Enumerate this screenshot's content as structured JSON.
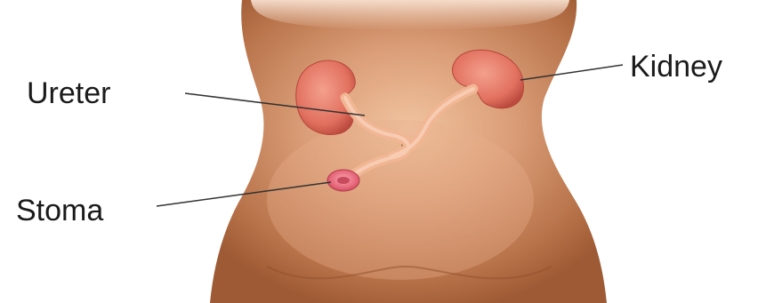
{
  "labels": {
    "kidney": "Kidney",
    "ureter": "Ureter",
    "stoma": "Stoma"
  },
  "colors": {
    "skin_light": "#f3c9a8",
    "skin_mid": "#d89a72",
    "skin_dark": "#9e5a34",
    "kidney": "#e8806e",
    "kidney_dark": "#c24f43",
    "ureter": "#f2b899",
    "stoma": "#ea6f7f",
    "leader_line": "#333333",
    "text": "#1a1a1a"
  }
}
